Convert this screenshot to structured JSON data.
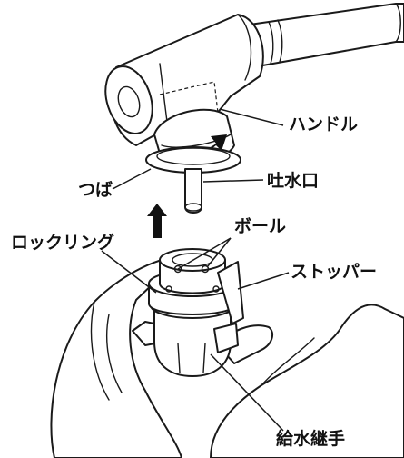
{
  "labels": {
    "handle": "ハンドル",
    "flange": "つば",
    "spout": "吐水口",
    "lock_ring": "ロックリング",
    "ball": "ボール",
    "stopper": "ストッパー",
    "supply_joint": "給水継手"
  },
  "colors": {
    "line": "#1a1a1a",
    "arrow": "#111111",
    "background": "#ffffff"
  }
}
